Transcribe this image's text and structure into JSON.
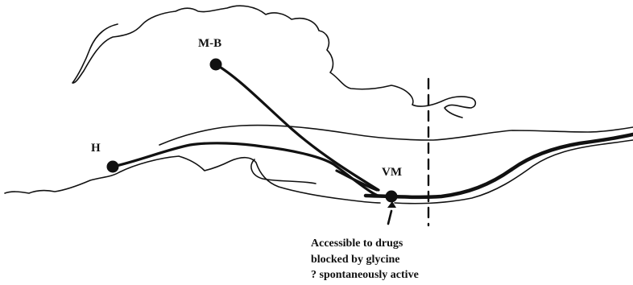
{
  "labels": {
    "mb": "M-B",
    "h": "H",
    "vm": "VM"
  },
  "annotation": [
    "Accessible to drugs",
    "blocked by glycine",
    "? spontaneously active"
  ],
  "colors": {
    "ink": "#111111",
    "background": "#ffffff"
  }
}
